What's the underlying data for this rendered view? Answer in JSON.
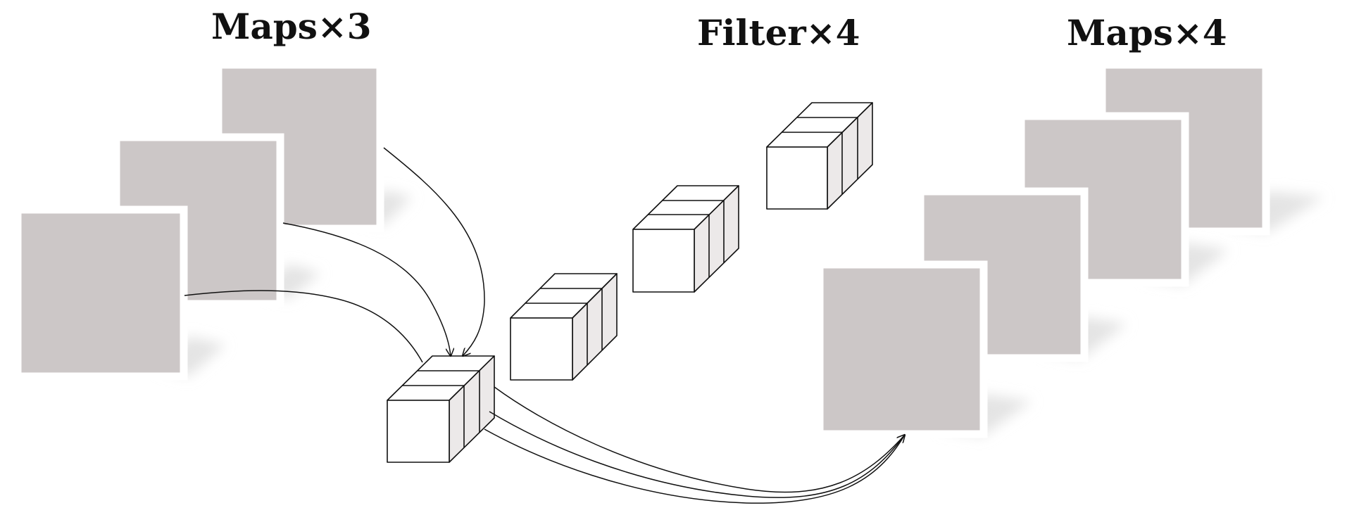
{
  "labels": {
    "input_maps": "Maps×3",
    "filters": "Filter×4",
    "output_maps": "Maps×4"
  },
  "colors": {
    "map_fill": "#ccc7c7",
    "shadow": "#e4e4e4",
    "cube_front": "#ffffff",
    "cube_top": "#ffffff",
    "cube_side": "#ece9e9",
    "line": "#111111"
  },
  "counts": {
    "input_maps": 3,
    "filters": 4,
    "output_maps": 4,
    "slices_per_filter": 3
  }
}
